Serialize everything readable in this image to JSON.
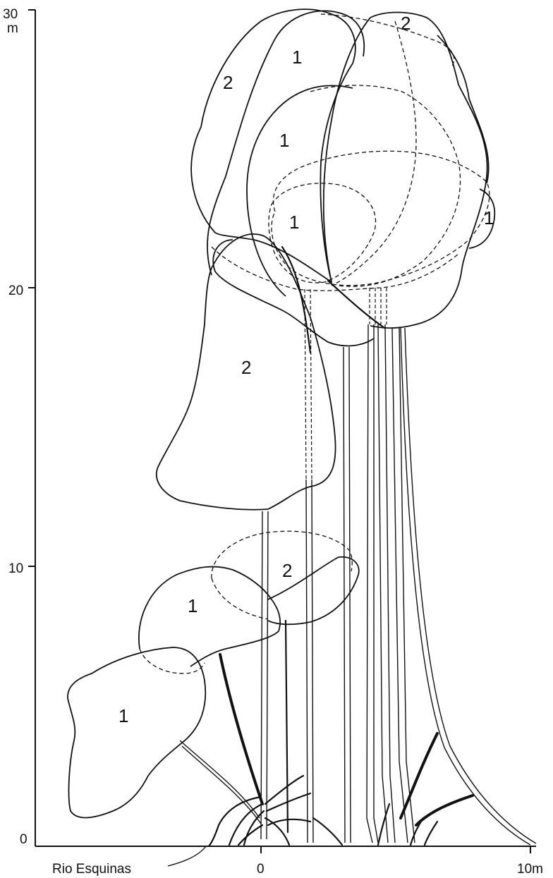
{
  "axes": {
    "y_tick_labels": [
      "0",
      "10",
      "20",
      "30"
    ],
    "y_unit": "m",
    "x_tick_labels": [
      "0",
      "10m"
    ],
    "river_label": "Rio Esquinas"
  },
  "crowns": [
    {
      "id": "upper-2-left",
      "label": "2"
    },
    {
      "id": "upper-1-top",
      "label": "1"
    },
    {
      "id": "upper-2-right",
      "label": "2"
    },
    {
      "id": "upper-1-mid",
      "label": "1"
    },
    {
      "id": "upper-1-inner",
      "label": "1"
    },
    {
      "id": "upper-1-right",
      "label": "1"
    },
    {
      "id": "middle-2",
      "label": "2"
    },
    {
      "id": "lower-2",
      "label": "2"
    },
    {
      "id": "lower-1",
      "label": "1"
    },
    {
      "id": "bottom-1",
      "label": "1"
    }
  ]
}
